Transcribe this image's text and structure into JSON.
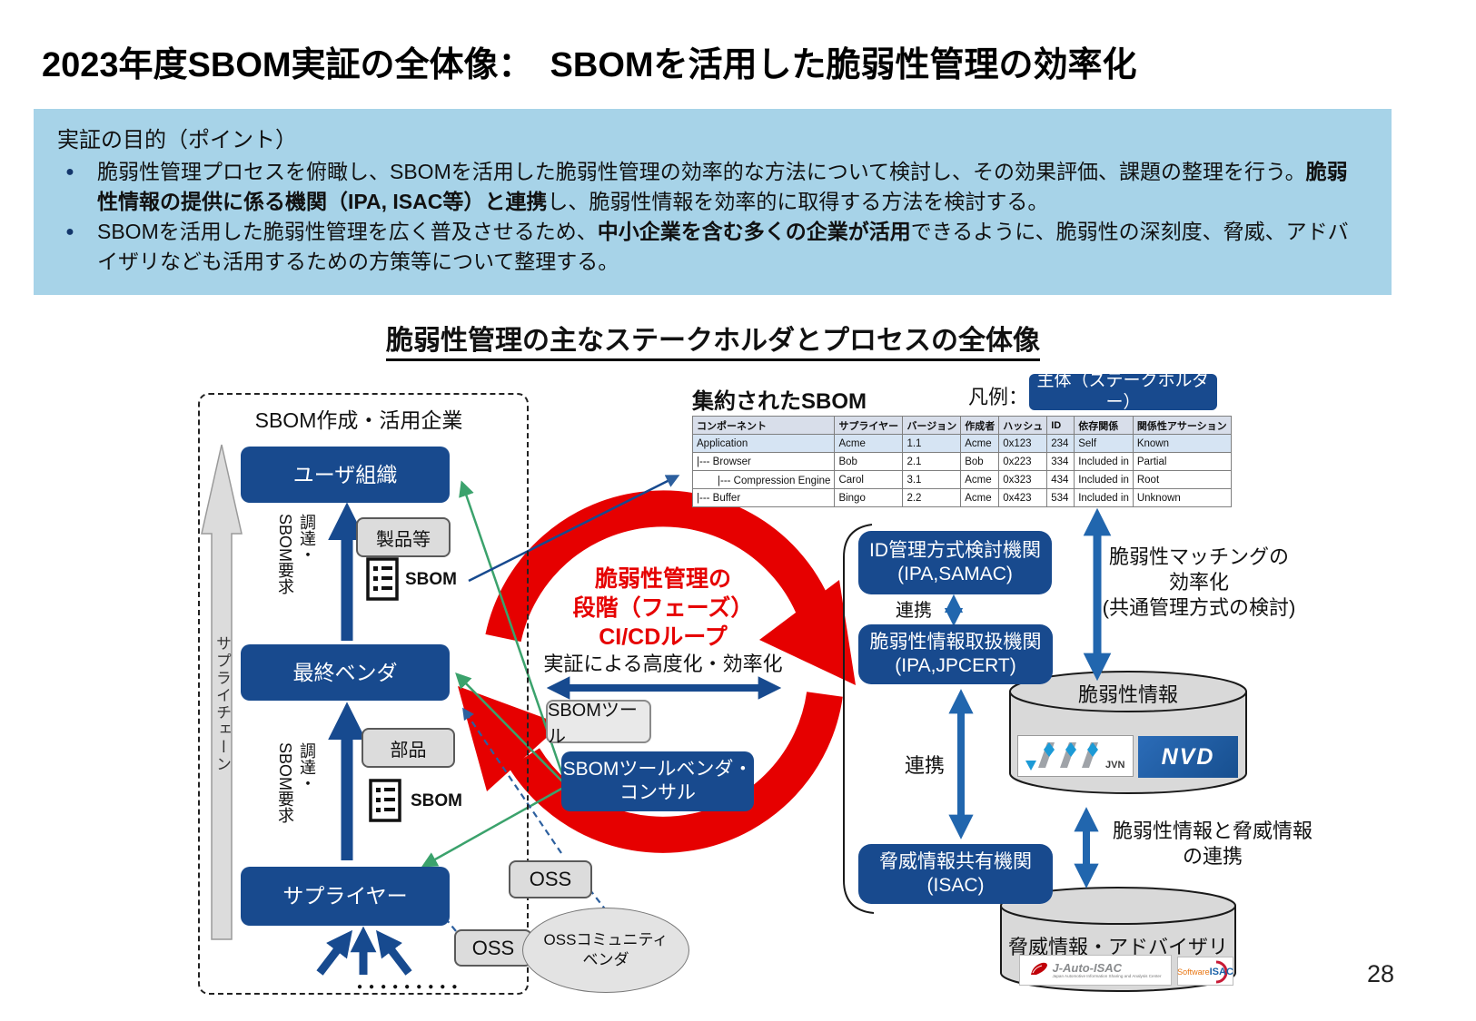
{
  "page_number": "28",
  "title": "2023年度SBOM実証の全体像：　SBOMを活用した脆弱性管理の効率化",
  "objective": {
    "heading": "実証の目的（ポイント）",
    "bullet1_pre": "脆弱性管理プロセスを俯瞰し、SBOMを活用した脆弱性管理の効率的な方法について検討し、その効果評価、課題の整理を行う。",
    "bullet1_bold": "脆弱性情報の提供に係る機関（IPA, ISAC等）と連携",
    "bullet1_post": "し、脆弱性情報を効率的に取得する方法を検討する。",
    "bullet2_pre": "SBOMを活用した脆弱性管理を広く普及させるため、",
    "bullet2_bold": "中小企業を含む多くの企業が活用",
    "bullet2_post": "できるように、脆弱性の深刻度、脅威、アドバイザリなども活用するための方策等について整理する。"
  },
  "diagram": {
    "title": "脆弱性管理の主なステークホルダとプロセスの全体像",
    "legend_label": "凡例：",
    "legend_item": "主体（ステークホルダー）",
    "sbom_table": {
      "title": "集約されたSBOM",
      "headers": [
        "コンポーネント",
        "サプライヤー",
        "バージョン",
        "作成者",
        "ハッシュ",
        "ID",
        "依存関係",
        "関係性アサーション"
      ],
      "rows": [
        [
          "Application",
          "Acme",
          "1.1",
          "Acme",
          "0x123",
          "234",
          "Self",
          "Known"
        ],
        [
          "|--- Browser",
          "Bob",
          "2.1",
          "Bob",
          "0x223",
          "334",
          "Included in",
          "Partial"
        ],
        [
          "　　|--- Compression Engine",
          "Carol",
          "3.1",
          "Acme",
          "0x323",
          "434",
          "Included in",
          "Root"
        ],
        [
          "|--- Buffer",
          "Bingo",
          "2.2",
          "Acme",
          "0x423",
          "534",
          "Included in",
          "Unknown"
        ]
      ]
    },
    "left": {
      "group_label": "SBOM作成・活用企業",
      "supply_chain": "サプライチェーン",
      "user_org": "ユーザ組織",
      "final_vendor": "最終ベンダ",
      "supplier": "サプライヤー",
      "procurement": "調達・\nSBOM要求",
      "product": "製品等",
      "part": "部品",
      "sbom_label": "SBOM",
      "clipped_text": "●●●●●●●●●"
    },
    "center": {
      "loop_line1": "脆弱性管理の",
      "loop_line2": "段階（フェーズ）",
      "loop_line3": "CI/CDループ",
      "loop_sub": "実証による高度化・効率化",
      "sbom_tool": "SBOMツール",
      "tool_vendor": "SBOMツールベンダ・\nコンサル",
      "oss": "OSS",
      "oss_community": "OSSコミュニティ\nベンダ"
    },
    "right": {
      "id_org": "ID管理方式検討機関\n(IPA,SAMAC)",
      "vuln_org": "脆弱性情報取扱機関\n(IPA,JPCERT)",
      "threat_org": "脅威情報共有機関\n(ISAC)",
      "renkei": "連携",
      "matching_note": "脆弱性マッチングの\n効率化\n(共通管理方式の検討)",
      "vuln_db": "脆弱性情報",
      "threat_db": "脅威情報・アドバイザリ",
      "link_note": "脆弱性情報と脅威情報\nの連携",
      "jvn": "JVN",
      "nvd": "NVD",
      "jauto": "J-Auto-ISAC",
      "jauto_sub": "Japan Automotive Information Sharing and Analysis Center",
      "sw1": "Software",
      "sw2": "ISAC"
    }
  }
}
